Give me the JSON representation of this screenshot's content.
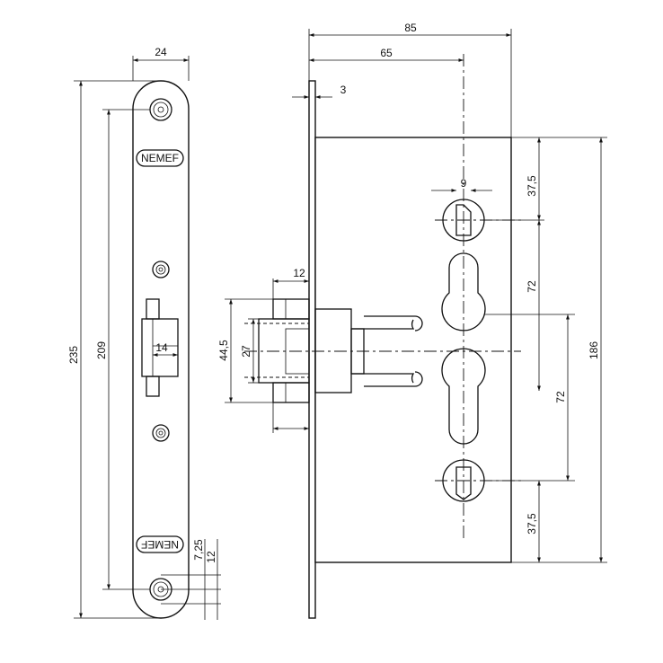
{
  "dimensions": {
    "faceplate_width": "24",
    "faceplate_length": "235",
    "screw_spacing": "209",
    "latch_width": "14",
    "screw_offset_a": "7,25",
    "screw_offset_b": "12",
    "case_depth": "85",
    "backset": "65",
    "faceplate_thickness": "3",
    "handle_spindle": "9",
    "top_to_handle": "37,5",
    "handle_to_cylinder": "72",
    "case_height": "186",
    "cylinder_to_spindle": "72",
    "bottom_offset": "37,5",
    "bolt_throw": "12",
    "latch_height": "44,5",
    "bolt_height": "27"
  },
  "logos": {
    "brand_text": "NEMEF",
    "brand_text_mirrored": "NEMEF"
  }
}
